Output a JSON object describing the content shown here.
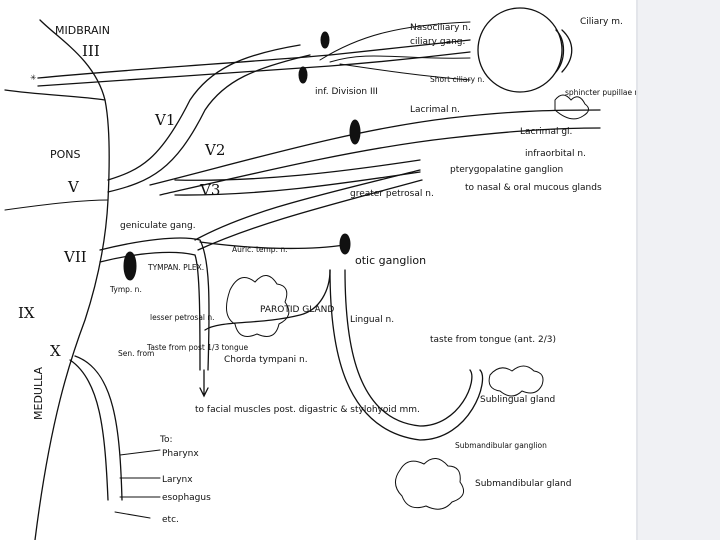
{
  "labels": {
    "midbrain": "MIDBRAIN",
    "pons": "PONS",
    "medulla": "MEDULLA",
    "cn3": "III",
    "cn5_main": "V",
    "cn5_v1": "V1",
    "cn5_v2": "V2",
    "cn5_v3": "V3",
    "cn7": "VII",
    "cn9": "IX",
    "cn10": "X",
    "nasociliary": "Nasociliary n.",
    "ciliary_gang": "ciliary gang.",
    "ciliary_m": "Ciliary m.",
    "sphincter": "sphincter pupillae m.",
    "inf_division": "inf. Division III",
    "short_ciliary": "Short ciliary n.",
    "lacrimal_n": "Lacrimal n.",
    "lacrimal_gl": "Lacrimal gl.",
    "infraorbital": "infraorbital n.",
    "pterygopalatine": "pterygopalatine ganglion",
    "greater_petrosal": "greater petrosal n.",
    "nasal_glands": "to nasal & oral mucous glands",
    "geniculate": "geniculate gang.",
    "auric_temp": "Auric. temp. n.",
    "otic": "otic ganglion",
    "tymp_plex": "TYMPAN. PLEX.",
    "tymp_n": "Tymp. n.",
    "lesser_petrosal": "lesser petrosal n.",
    "parotid": "PAROTID GLAND",
    "lingual": "Lingual n.",
    "taste_ant": "taste from tongue (ant. 2/3)",
    "sublingual": "Sublingual gland",
    "submandibular_gang": "Submandibular ganglion",
    "submandibular_gland": "Submandibular gland",
    "chorda": "Chorda tympani n.",
    "taste_post": "Taste from post 1/3 tongue",
    "facial_muscles": "to facial muscles post. digastric & stylohyoid mm.",
    "sen_from": "Sen. from",
    "to": "To:",
    "pharynx": "Pharynx",
    "larynx": "Larynx",
    "esophagus": "esophagus",
    "etc": "etc."
  }
}
